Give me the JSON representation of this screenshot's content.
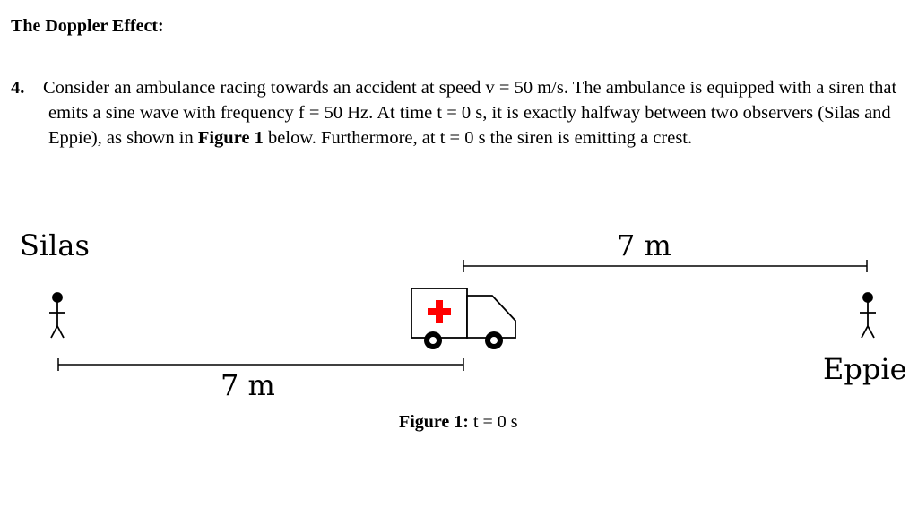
{
  "heading": "The Doppler Effect:",
  "problem": {
    "number": "4.",
    "text_part1": "Consider an ambulance racing towards an accident at speed v = 50 m/s. The ambulance is equipped with a siren that emits a sine wave with frequency f = 50 Hz. At time t = 0 s, it is exactly halfway between two observers (Silas and Eppie), as shown in ",
    "text_bold": "Figure 1",
    "text_part2": " below. Furthermore, at t = 0 s the siren is emitting a crest."
  },
  "figure": {
    "left_observer": "Silas",
    "right_observer": "Eppie",
    "distance_top": "7 m",
    "distance_bottom": "7 m",
    "cross_color": "#ff0000",
    "caption_bold": "Figure 1:",
    "caption_rest": " t = 0 s"
  }
}
